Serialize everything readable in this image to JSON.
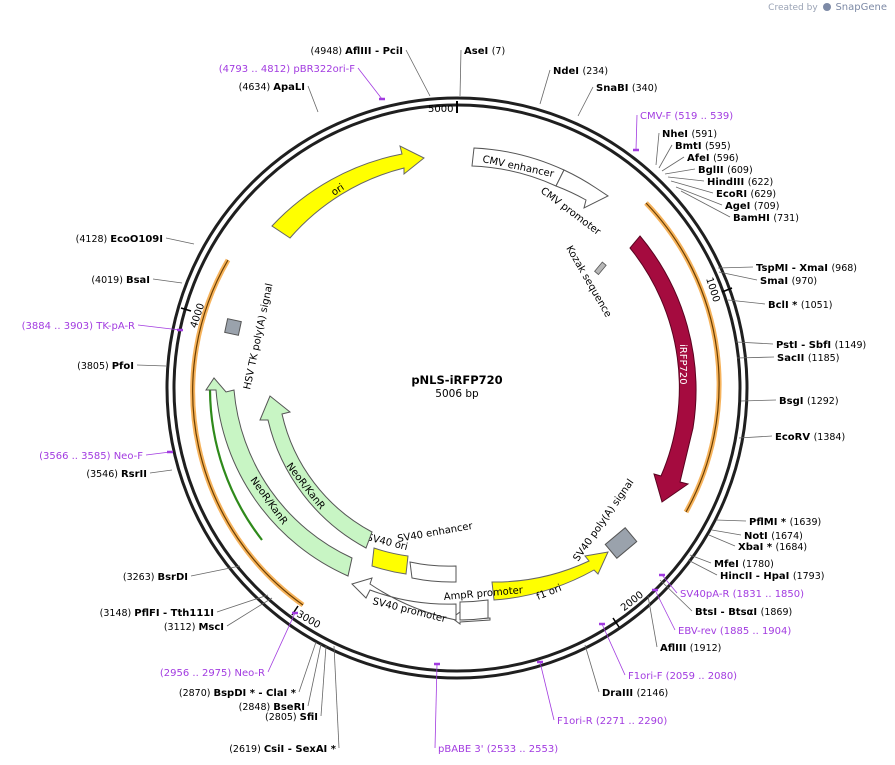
{
  "brand": {
    "created_by": "Created by",
    "product": "SnapGene"
  },
  "plasmid": {
    "name": "pNLS-iRFP720",
    "size_label": "5006 bp"
  },
  "ticks": [
    "1000",
    "2000",
    "3000",
    "4000",
    "5000"
  ],
  "sites": [
    {
      "kind": "enzyme",
      "name": "AseI",
      "pos": "(7)",
      "side": "right"
    },
    {
      "kind": "enzyme",
      "name": "NdeI",
      "pos": "(234)",
      "side": "right"
    },
    {
      "kind": "enzyme",
      "name": "SnaBI",
      "pos": "(340)",
      "side": "right"
    },
    {
      "kind": "primer",
      "name": "CMV-F",
      "pos": "(519 .. 539)",
      "side": "right"
    },
    {
      "kind": "enzyme",
      "name": "NheI",
      "pos": "(591)",
      "side": "right"
    },
    {
      "kind": "enzyme",
      "name": "BmtI",
      "pos": "(595)",
      "side": "right"
    },
    {
      "kind": "enzyme",
      "name": "AfeI",
      "pos": "(596)",
      "side": "right"
    },
    {
      "kind": "enzyme",
      "name": "BglII",
      "pos": "(609)",
      "side": "right"
    },
    {
      "kind": "enzyme",
      "name": "HindIII",
      "pos": "(622)",
      "side": "right"
    },
    {
      "kind": "enzyme",
      "name": "EcoRI",
      "pos": "(629)",
      "side": "right"
    },
    {
      "kind": "enzyme",
      "name": "AgeI",
      "pos": "(709)",
      "side": "right"
    },
    {
      "kind": "enzyme",
      "name": "BamHI",
      "pos": "(731)",
      "side": "right"
    },
    {
      "kind": "enzyme",
      "name": "TspMI - XmaI",
      "pos": "(968)",
      "side": "right"
    },
    {
      "kind": "enzyme",
      "name": "SmaI",
      "pos": "(970)",
      "side": "right"
    },
    {
      "kind": "enzyme",
      "name": "BclI *",
      "pos": "(1051)",
      "side": "right"
    },
    {
      "kind": "enzyme",
      "name": "PstI - SbfI",
      "pos": "(1149)",
      "side": "right"
    },
    {
      "kind": "enzyme",
      "name": "SacII",
      "pos": "(1185)",
      "side": "right"
    },
    {
      "kind": "enzyme",
      "name": "BsgI",
      "pos": "(1292)",
      "side": "right"
    },
    {
      "kind": "enzyme",
      "name": "EcoRV",
      "pos": "(1384)",
      "side": "right"
    },
    {
      "kind": "enzyme",
      "name": "PflMI *",
      "pos": "(1639)",
      "side": "right"
    },
    {
      "kind": "enzyme",
      "name": "NotI",
      "pos": "(1674)",
      "side": "right"
    },
    {
      "kind": "enzyme",
      "name": "XbaI *",
      "pos": "(1684)",
      "side": "right"
    },
    {
      "kind": "enzyme",
      "name": "MfeI",
      "pos": "(1780)",
      "side": "right"
    },
    {
      "kind": "enzyme",
      "name": "HincII - HpaI",
      "pos": "(1793)",
      "side": "right"
    },
    {
      "kind": "primer",
      "name": "SV40pA-R",
      "pos": "(1831 .. 1850)",
      "side": "right"
    },
    {
      "kind": "enzyme",
      "name": "BtsI - BtsαI",
      "pos": "(1869)",
      "side": "right"
    },
    {
      "kind": "primer",
      "name": "EBV-rev",
      "pos": "(1885 .. 1904)",
      "side": "right"
    },
    {
      "kind": "enzyme",
      "name": "AflIII",
      "pos": "(1912)",
      "side": "right"
    },
    {
      "kind": "primer",
      "name": "F1ori-F",
      "pos": "(2059 .. 2080)",
      "side": "right"
    },
    {
      "kind": "enzyme",
      "name": "DraIII",
      "pos": "(2146)",
      "side": "right"
    },
    {
      "kind": "primer",
      "name": "F1ori-R",
      "pos": "(2271 .. 2290)",
      "side": "right"
    },
    {
      "kind": "primer",
      "name": "pBABE 3'",
      "pos": "(2533 .. 2553)",
      "side": "right"
    },
    {
      "kind": "enzyme",
      "name": "CsiI - SexAI *",
      "pos": "(2619)",
      "side": "left"
    },
    {
      "kind": "enzyme",
      "name": "SfiI",
      "pos": "(2805)",
      "side": "left"
    },
    {
      "kind": "enzyme",
      "name": "BseRI",
      "pos": "(2848)",
      "side": "left"
    },
    {
      "kind": "enzyme",
      "name": "BspDI * - ClaI *",
      "pos": "(2870)",
      "side": "left"
    },
    {
      "kind": "primer",
      "name": "Neo-R",
      "pos": "(2956 .. 2975)",
      "side": "left"
    },
    {
      "kind": "enzyme",
      "name": "MscI",
      "pos": "(3112)",
      "side": "left"
    },
    {
      "kind": "enzyme",
      "name": "PflFI - Tth111I",
      "pos": "(3148)",
      "side": "left"
    },
    {
      "kind": "enzyme",
      "name": "BsrDI",
      "pos": "(3263)",
      "side": "left"
    },
    {
      "kind": "enzyme",
      "name": "RsrII",
      "pos": "(3546)",
      "side": "left"
    },
    {
      "kind": "primer",
      "name": "Neo-F",
      "pos": "(3566 .. 3585)",
      "side": "left"
    },
    {
      "kind": "enzyme",
      "name": "PfoI",
      "pos": "(3805)",
      "side": "left"
    },
    {
      "kind": "primer",
      "name": "TK-pA-R",
      "pos": "(3884 .. 3903)",
      "side": "left"
    },
    {
      "kind": "enzyme",
      "name": "BsaI",
      "pos": "(4019)",
      "side": "left"
    },
    {
      "kind": "enzyme",
      "name": "EcoO109I",
      "pos": "(4128)",
      "side": "left"
    },
    {
      "kind": "enzyme",
      "name": "ApaLI",
      "pos": "(4634)",
      "side": "left"
    },
    {
      "kind": "primer",
      "name": "pBR322ori-F",
      "pos": "(4793 .. 4812)",
      "side": "left"
    },
    {
      "kind": "enzyme",
      "name": "AflIII - PciI",
      "pos": "(4948)",
      "side": "left"
    }
  ],
  "features": [
    {
      "name": "CMV enhancer",
      "type": "enhancer",
      "start": 60,
      "end": 440,
      "color": "#ffffff"
    },
    {
      "name": "CMV promoter",
      "type": "promoter",
      "start": 440,
      "end": 640,
      "color": "#ffffff"
    },
    {
      "name": "Kozak sequence",
      "type": "misc",
      "start": 740,
      "end": 752,
      "color": "#b7b7b7"
    },
    {
      "name": "iRFP720",
      "type": "cds",
      "start": 755,
      "end": 1700,
      "color": "#a50b3f"
    },
    {
      "name": "SV40 poly(A) signal",
      "type": "polyA",
      "start": 1730,
      "end": 1870,
      "color": "#9aa2ac"
    },
    {
      "name": "f1 ori",
      "type": "ori",
      "start": 2030,
      "end": 2470,
      "color": "#ffff00"
    },
    {
      "name": "AmpR promoter",
      "type": "promoter",
      "start": 2480,
      "end": 2580,
      "color": "#ffffff"
    },
    {
      "name": "SV40 promoter",
      "type": "promoter",
      "start": 2620,
      "end": 2950,
      "color": "#ffffff"
    },
    {
      "name": "SV40 enhancer",
      "type": "enhancer",
      "start": 2560,
      "end": 2720,
      "color": "#ffffff"
    },
    {
      "name": "SV40 ori",
      "type": "ori",
      "start": 2730,
      "end": 2860,
      "color": "#ffff00"
    },
    {
      "name": "NeoR/KanR",
      "type": "cds",
      "start": 2900,
      "end": 3700,
      "color": "#c8f5c4"
    },
    {
      "name": "NeoR/KanR",
      "type": "cds",
      "start": 2970,
      "end": 3760,
      "color": "#c8f5c4"
    },
    {
      "name": "HSV TK poly(A) signal",
      "type": "polyA",
      "start": 3930,
      "end": 3975,
      "color": "#9aa2ac"
    },
    {
      "name": "ori",
      "type": "ori",
      "start": 4270,
      "end": 4860,
      "color": "#ffff00"
    }
  ]
}
